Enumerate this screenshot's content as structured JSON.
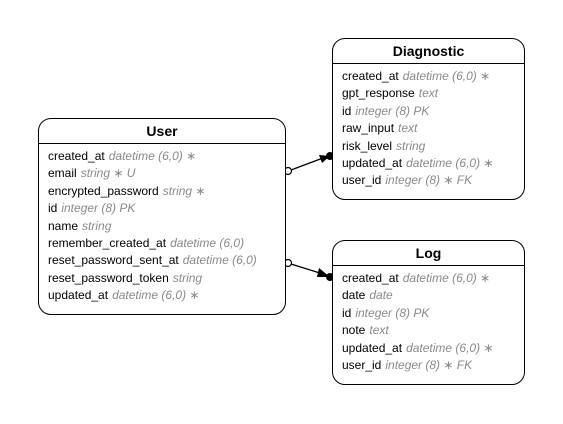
{
  "entities": {
    "user": {
      "name": "User",
      "attributes": [
        {
          "name": "created_at",
          "type": "datetime (6,0) ∗"
        },
        {
          "name": "email",
          "type": "string ∗ U"
        },
        {
          "name": "encrypted_password",
          "type": "string ∗"
        },
        {
          "name": "id",
          "type": "integer (8) PK"
        },
        {
          "name": "name",
          "type": "string"
        },
        {
          "name": "remember_created_at",
          "type": "datetime (6,0)"
        },
        {
          "name": "reset_password_sent_at",
          "type": "datetime (6,0)"
        },
        {
          "name": "reset_password_token",
          "type": "string"
        },
        {
          "name": "updated_at",
          "type": "datetime (6,0) ∗"
        }
      ]
    },
    "diagnostic": {
      "name": "Diagnostic",
      "attributes": [
        {
          "name": "created_at",
          "type": "datetime (6,0) ∗"
        },
        {
          "name": "gpt_response",
          "type": "text"
        },
        {
          "name": "id",
          "type": "integer (8) PK"
        },
        {
          "name": "raw_input",
          "type": "text"
        },
        {
          "name": "risk_level",
          "type": "string"
        },
        {
          "name": "updated_at",
          "type": "datetime (6,0) ∗"
        },
        {
          "name": "user_id",
          "type": "integer (8) ∗ FK"
        }
      ]
    },
    "log": {
      "name": "Log",
      "attributes": [
        {
          "name": "created_at",
          "type": "datetime (6,0) ∗"
        },
        {
          "name": "date",
          "type": "date"
        },
        {
          "name": "id",
          "type": "integer (8) PK"
        },
        {
          "name": "note",
          "type": "text"
        },
        {
          "name": "updated_at",
          "type": "datetime (6,0) ∗"
        },
        {
          "name": "user_id",
          "type": "integer (8) ∗ FK"
        }
      ]
    }
  },
  "relationships": [
    {
      "from": "User",
      "to": "Diagnostic",
      "from_end": "zero-or-one circle",
      "to_end": "many dot"
    },
    {
      "from": "User",
      "to": "Log",
      "from_end": "zero-or-one circle",
      "to_end": "many dot"
    }
  ],
  "colors": {
    "border": "#000000",
    "attribute_type": "#8a8a8a",
    "background": "#ffffff"
  }
}
